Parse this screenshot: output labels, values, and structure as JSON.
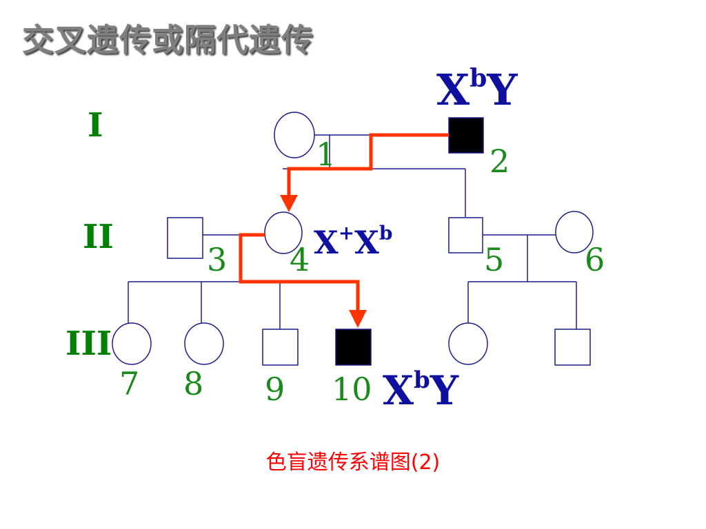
{
  "slide": {
    "title": "交叉遗传或隔代遗传",
    "caption": "色盲遗传系谱图(2)"
  },
  "colors": {
    "title_gray": "#7f7f7f",
    "generation_green": "#008000",
    "number_green": "#1a8a1a",
    "genotype_blue": "#1010a0",
    "arrow_red": "#ff3300",
    "affected_black": "#000000",
    "line_blue": "#1a1a8c",
    "caption_red": "#ff0000"
  },
  "generations": [
    "I",
    "II",
    "III"
  ],
  "individuals": [
    {
      "id": "1",
      "label": "1",
      "sex": "female",
      "affected": false
    },
    {
      "id": "2",
      "label": "2",
      "sex": "male",
      "affected": true
    },
    {
      "id": "3",
      "label": "3",
      "sex": "male",
      "affected": false
    },
    {
      "id": "4",
      "label": "4",
      "sex": "female",
      "affected": false
    },
    {
      "id": "5",
      "label": "5",
      "sex": "male",
      "affected": false
    },
    {
      "id": "6",
      "label": "6",
      "sex": "female",
      "affected": false
    },
    {
      "id": "7",
      "label": "7",
      "sex": "female",
      "affected": false
    },
    {
      "id": "8",
      "label": "8",
      "sex": "female",
      "affected": false
    },
    {
      "id": "9",
      "label": "9",
      "sex": "male",
      "affected": false
    },
    {
      "id": "10",
      "label": "10",
      "sex": "male",
      "affected": true
    },
    {
      "id": "11",
      "label": "",
      "sex": "female",
      "affected": false
    },
    {
      "id": "12",
      "label": "",
      "sex": "male",
      "affected": false
    }
  ],
  "genotypes": {
    "gen1_male": {
      "base": "X",
      "sup": "b",
      "tail": "Y"
    },
    "gen2_female": {
      "base": "X",
      "sup": "+",
      "base2": "X",
      "sup2": "b"
    },
    "gen3_male": {
      "base": "X",
      "sup": "b",
      "tail": "Y"
    }
  }
}
